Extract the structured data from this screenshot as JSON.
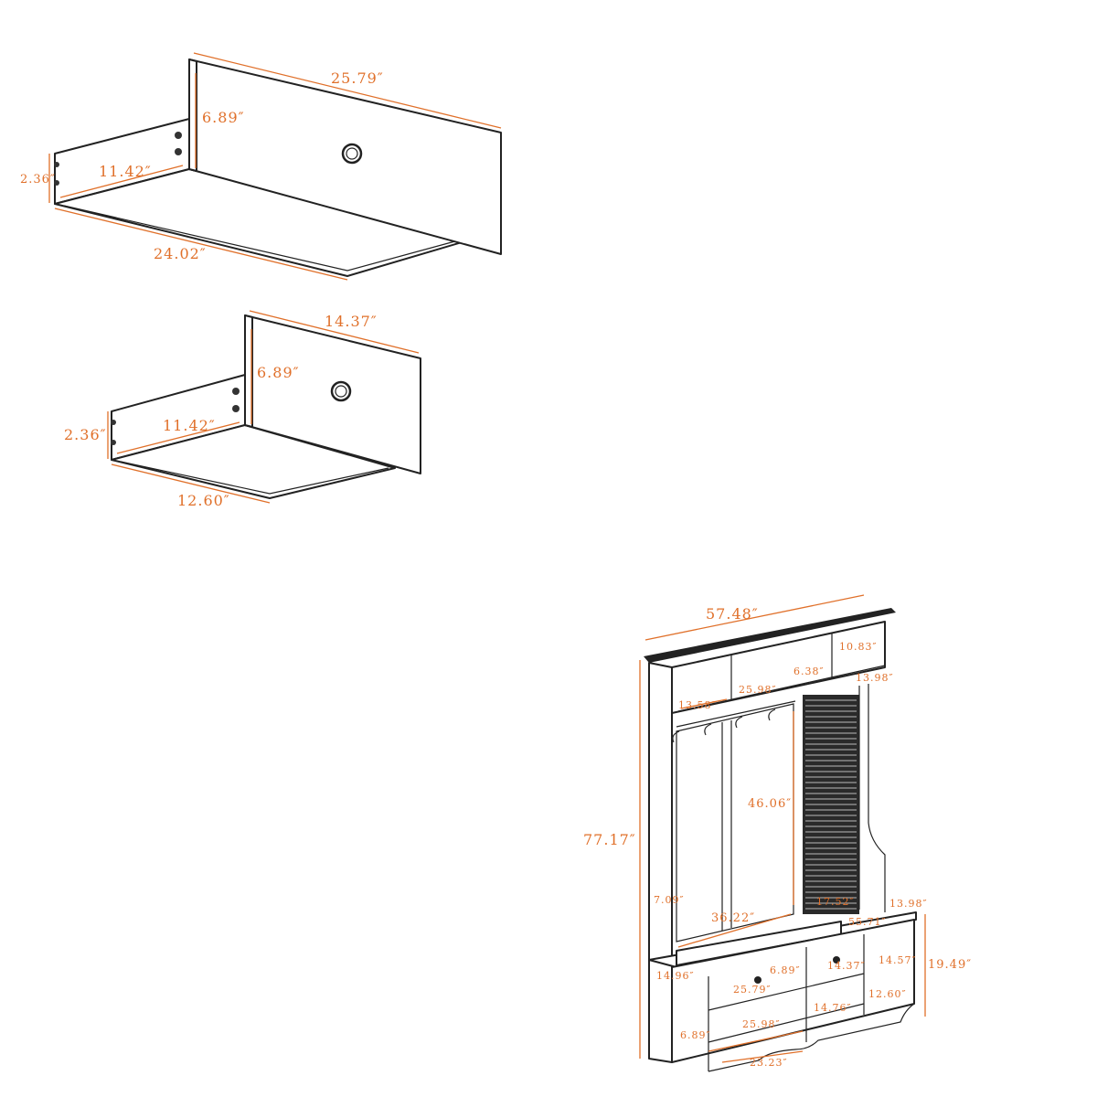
{
  "diagram": {
    "drawer_large": {
      "width": "25.79″",
      "height": "6.89″",
      "depth": "11.42″",
      "side_height": "2.36″",
      "bottom_width": "24.02″"
    },
    "drawer_small": {
      "width": "14.37″",
      "height": "6.89″",
      "depth": "11.42″",
      "side_height": "2.36″",
      "bottom_width": "12.60″"
    },
    "hall_tree": {
      "top_width": "57.48″",
      "total_height": "77.17″",
      "upper_cubby_height": "10.83″",
      "upper_cubby_width": "13.58″",
      "top_middle_width": "25.98″",
      "top_side_depth": "6.38″",
      "top_right_width": "13.98″",
      "hook_panel_height": "46.06″",
      "bench_width": "36.22″",
      "bench_side": "7.09″",
      "louver_width": "17.52″",
      "base_width": "55.71″",
      "base_right_depth": "13.98″",
      "base_depth": "14.96″",
      "drawer_height": "6.89″",
      "drawer_large_width": "25.79″",
      "drawer_small_width": "14.37″",
      "cabinet_height": "14.57″",
      "base_height": "19.49″",
      "small_bottom": "12.60″",
      "lower_cubby": "14.76″",
      "lower_width": "25.98″",
      "lower_height": "6.89″",
      "foot_width": "23.23″"
    }
  }
}
